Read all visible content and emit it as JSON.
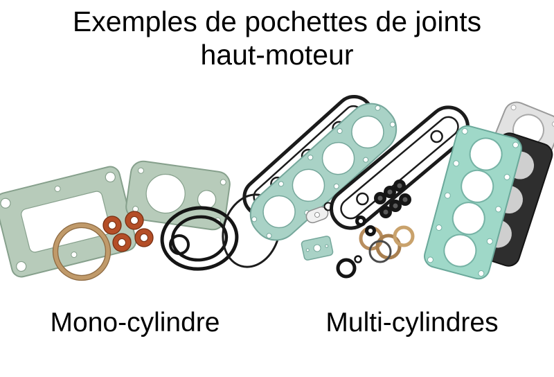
{
  "title": {
    "line1": "Exemples de pochettes de joints",
    "line2": "haut-moteur"
  },
  "captions": {
    "mono": "Mono-cylindre",
    "multi": "Multi-cylindres"
  },
  "palette": {
    "background": "#ffffff",
    "text": "#000000",
    "gasket_green": "#b7cbba",
    "gasket_teal": "#a9d2c6",
    "gasket_teal_bright": "#9fd8c8",
    "copper_orange": "#b44e27",
    "copper_tan": "#c09a6a",
    "rubber_black": "#161616",
    "metal_grey": "#e2e2e2",
    "dark_gasket": "#2e2e2e"
  }
}
